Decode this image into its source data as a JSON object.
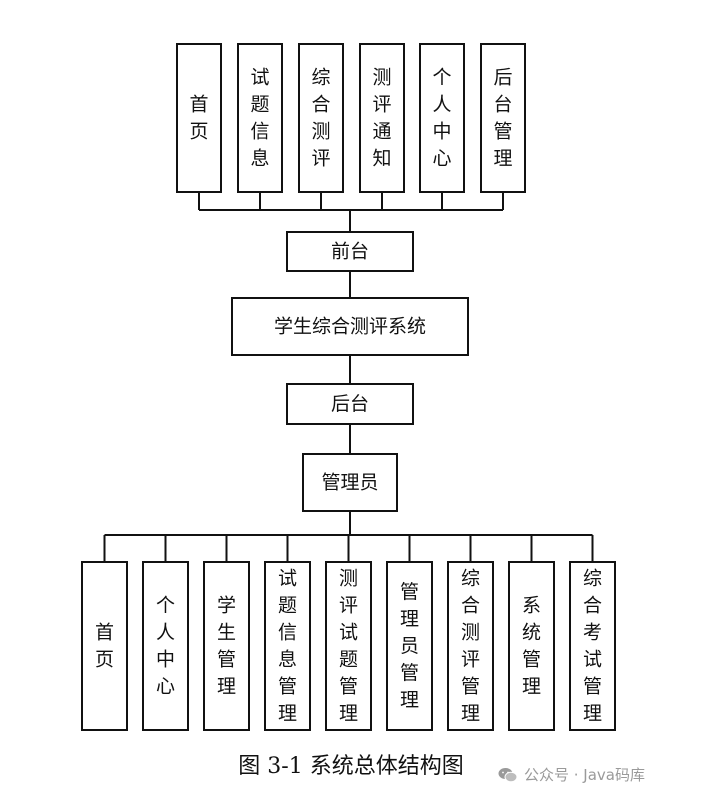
{
  "diagram": {
    "top_modules": [
      "首页",
      "试题信息",
      "综合测评",
      "测评通知",
      "个人中心",
      "后台管理"
    ],
    "frontend": "前台",
    "system": "学生综合测评系统",
    "backend": "后台",
    "admin": "管理员",
    "bottom_modules": [
      "首页",
      "个人中心",
      "学生管理",
      "试题信息管理",
      "测评试题管理",
      "管理员管理",
      "综合测评管理",
      "系统管理",
      "综合考试管理"
    ]
  },
  "caption": "图 3-1  系统总体结构图",
  "watermark": {
    "icon": "wechat-icon",
    "text": "公众号 · Java码库"
  }
}
